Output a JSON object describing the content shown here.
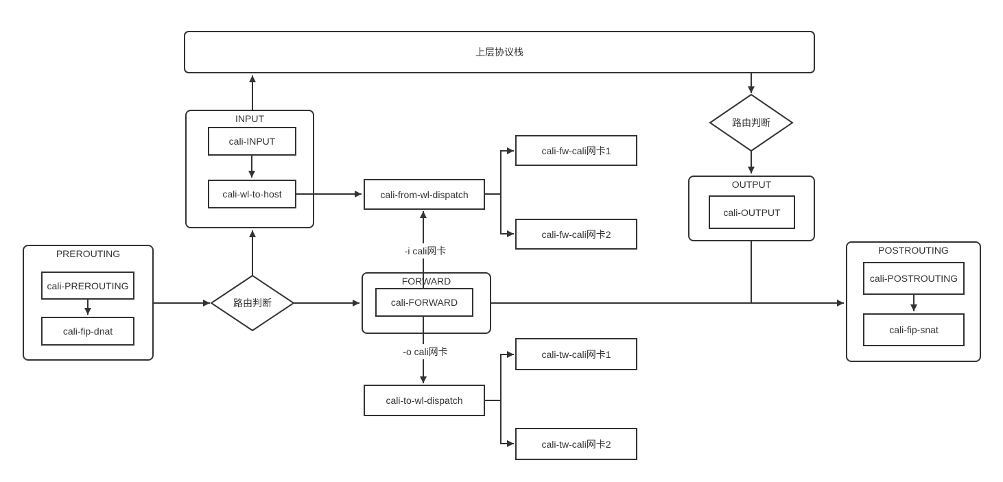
{
  "diagram": {
    "stack_label": "上层协议栈",
    "decisions": {
      "left": "路由判断",
      "right": "路由判断"
    },
    "edge_labels": {
      "input_iface": "-i cali网卡",
      "output_iface": "-o cali网卡"
    },
    "prerouting": {
      "title": "PREROUTING",
      "chains": [
        "cali-PREROUTING",
        "cali-fip-dnat"
      ]
    },
    "input": {
      "title": "INPUT",
      "chains": [
        "cali-INPUT",
        "cali-wl-to-host"
      ]
    },
    "forward": {
      "title": "FORWARD",
      "chains": [
        "cali-FORWARD"
      ]
    },
    "output": {
      "title": "OUTPUT",
      "chains": [
        "cali-OUTPUT"
      ]
    },
    "postrouting": {
      "title": "POSTROUTING",
      "chains": [
        "cali-POSTROUTING",
        "cali-fip-snat"
      ]
    },
    "dispatch": {
      "from_wl": "cali-from-wl-dispatch",
      "fw_targets": [
        "cali-fw-cali网卡1",
        "cali-fw-cali网卡2"
      ],
      "to_wl": "cali-to-wl-dispatch",
      "tw_targets": [
        "cali-tw-cali网卡1",
        "cali-tw-cali网卡2"
      ]
    },
    "colors": {
      "stroke": "#333333",
      "background": "#ffffff"
    }
  }
}
